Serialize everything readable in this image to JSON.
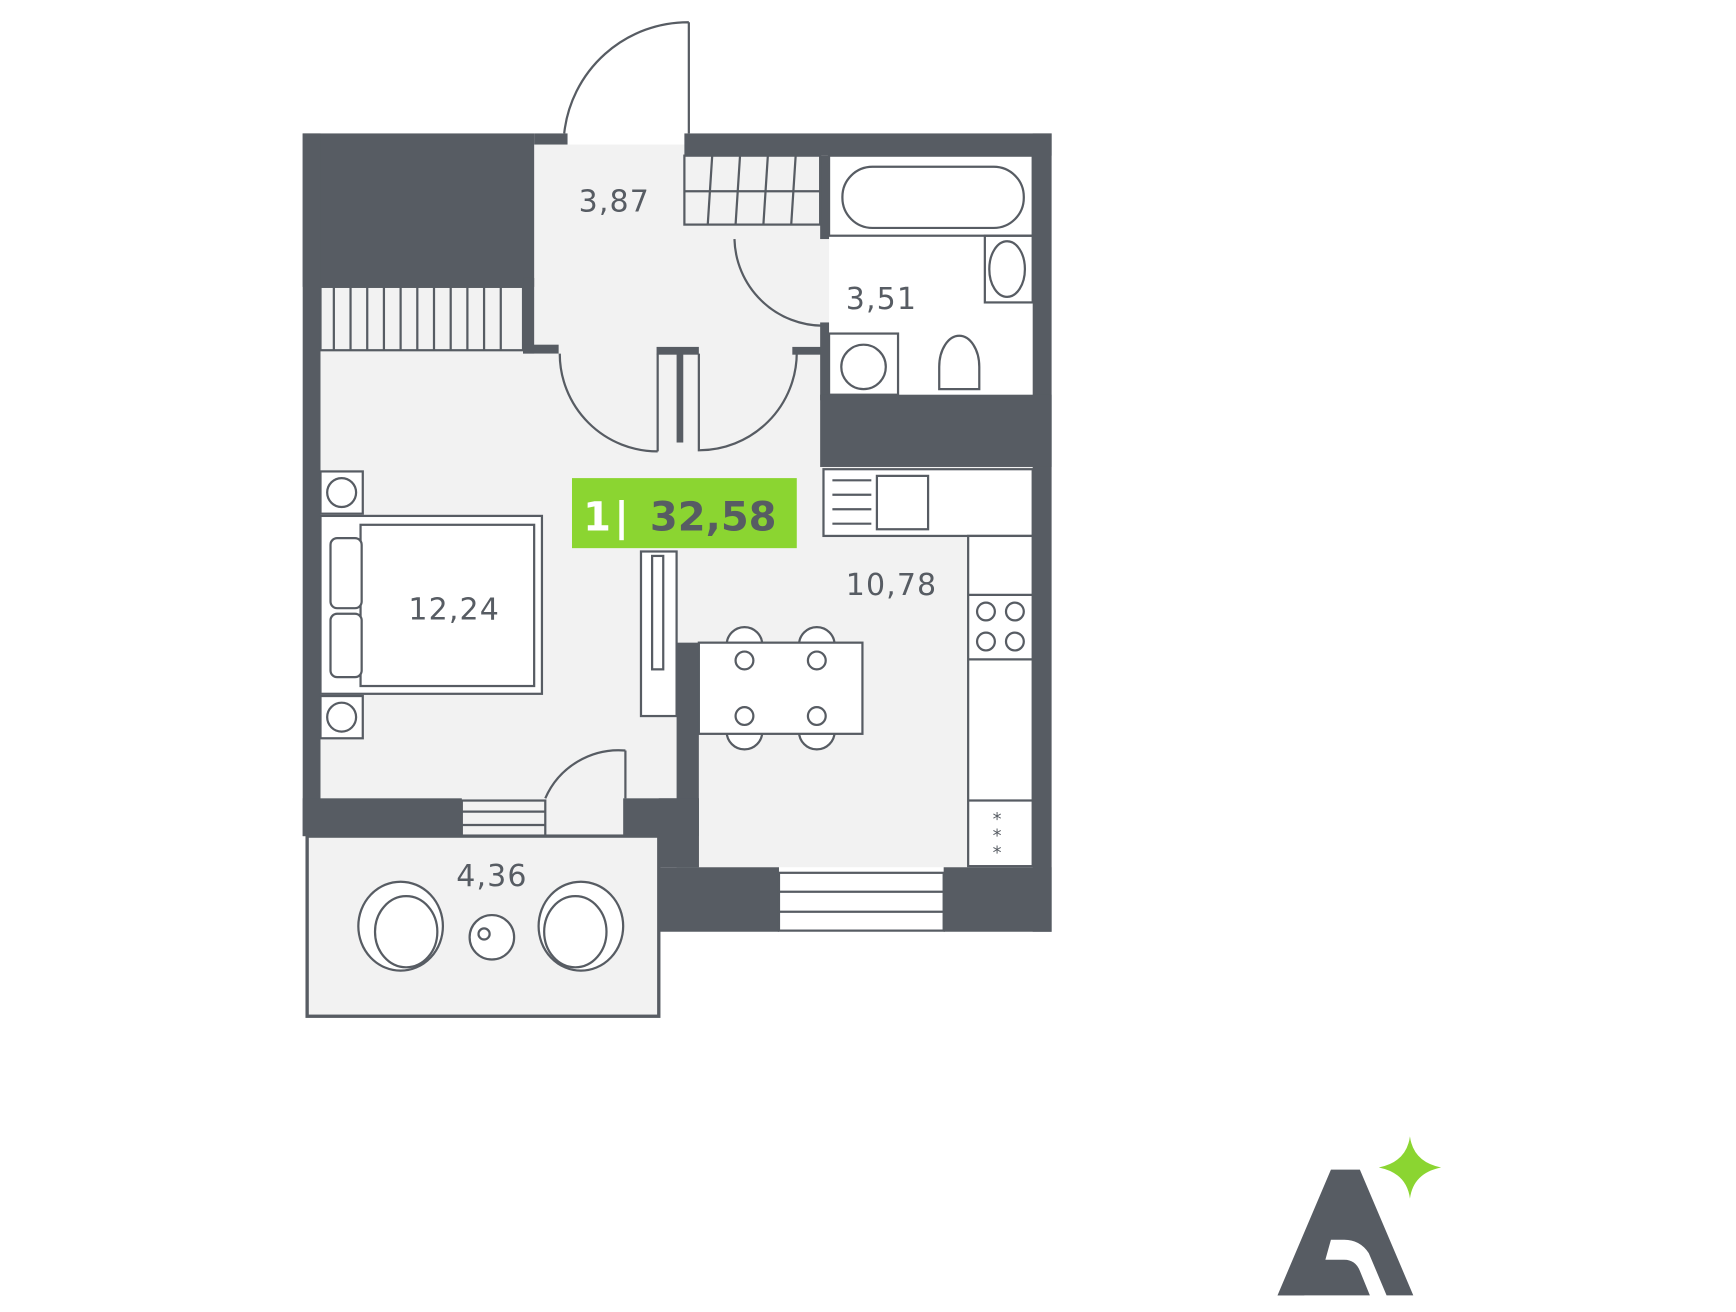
{
  "plan": {
    "rooms": [
      {
        "id": "hallway",
        "area": "3,87"
      },
      {
        "id": "bathroom",
        "area": "3,51"
      },
      {
        "id": "bedroom",
        "area": "12,24"
      },
      {
        "id": "kitchen",
        "area": "10,78"
      },
      {
        "id": "balcony",
        "area": "4,36"
      }
    ],
    "badge": {
      "rooms": "1",
      "separator": "|",
      "total_area": "32,58"
    }
  },
  "colors": {
    "wall": "#575c63",
    "floor": "#f2f2f2",
    "accent": "#8bd531"
  },
  "logo": {
    "letter": "A",
    "icon": "sparkle-star-icon"
  }
}
